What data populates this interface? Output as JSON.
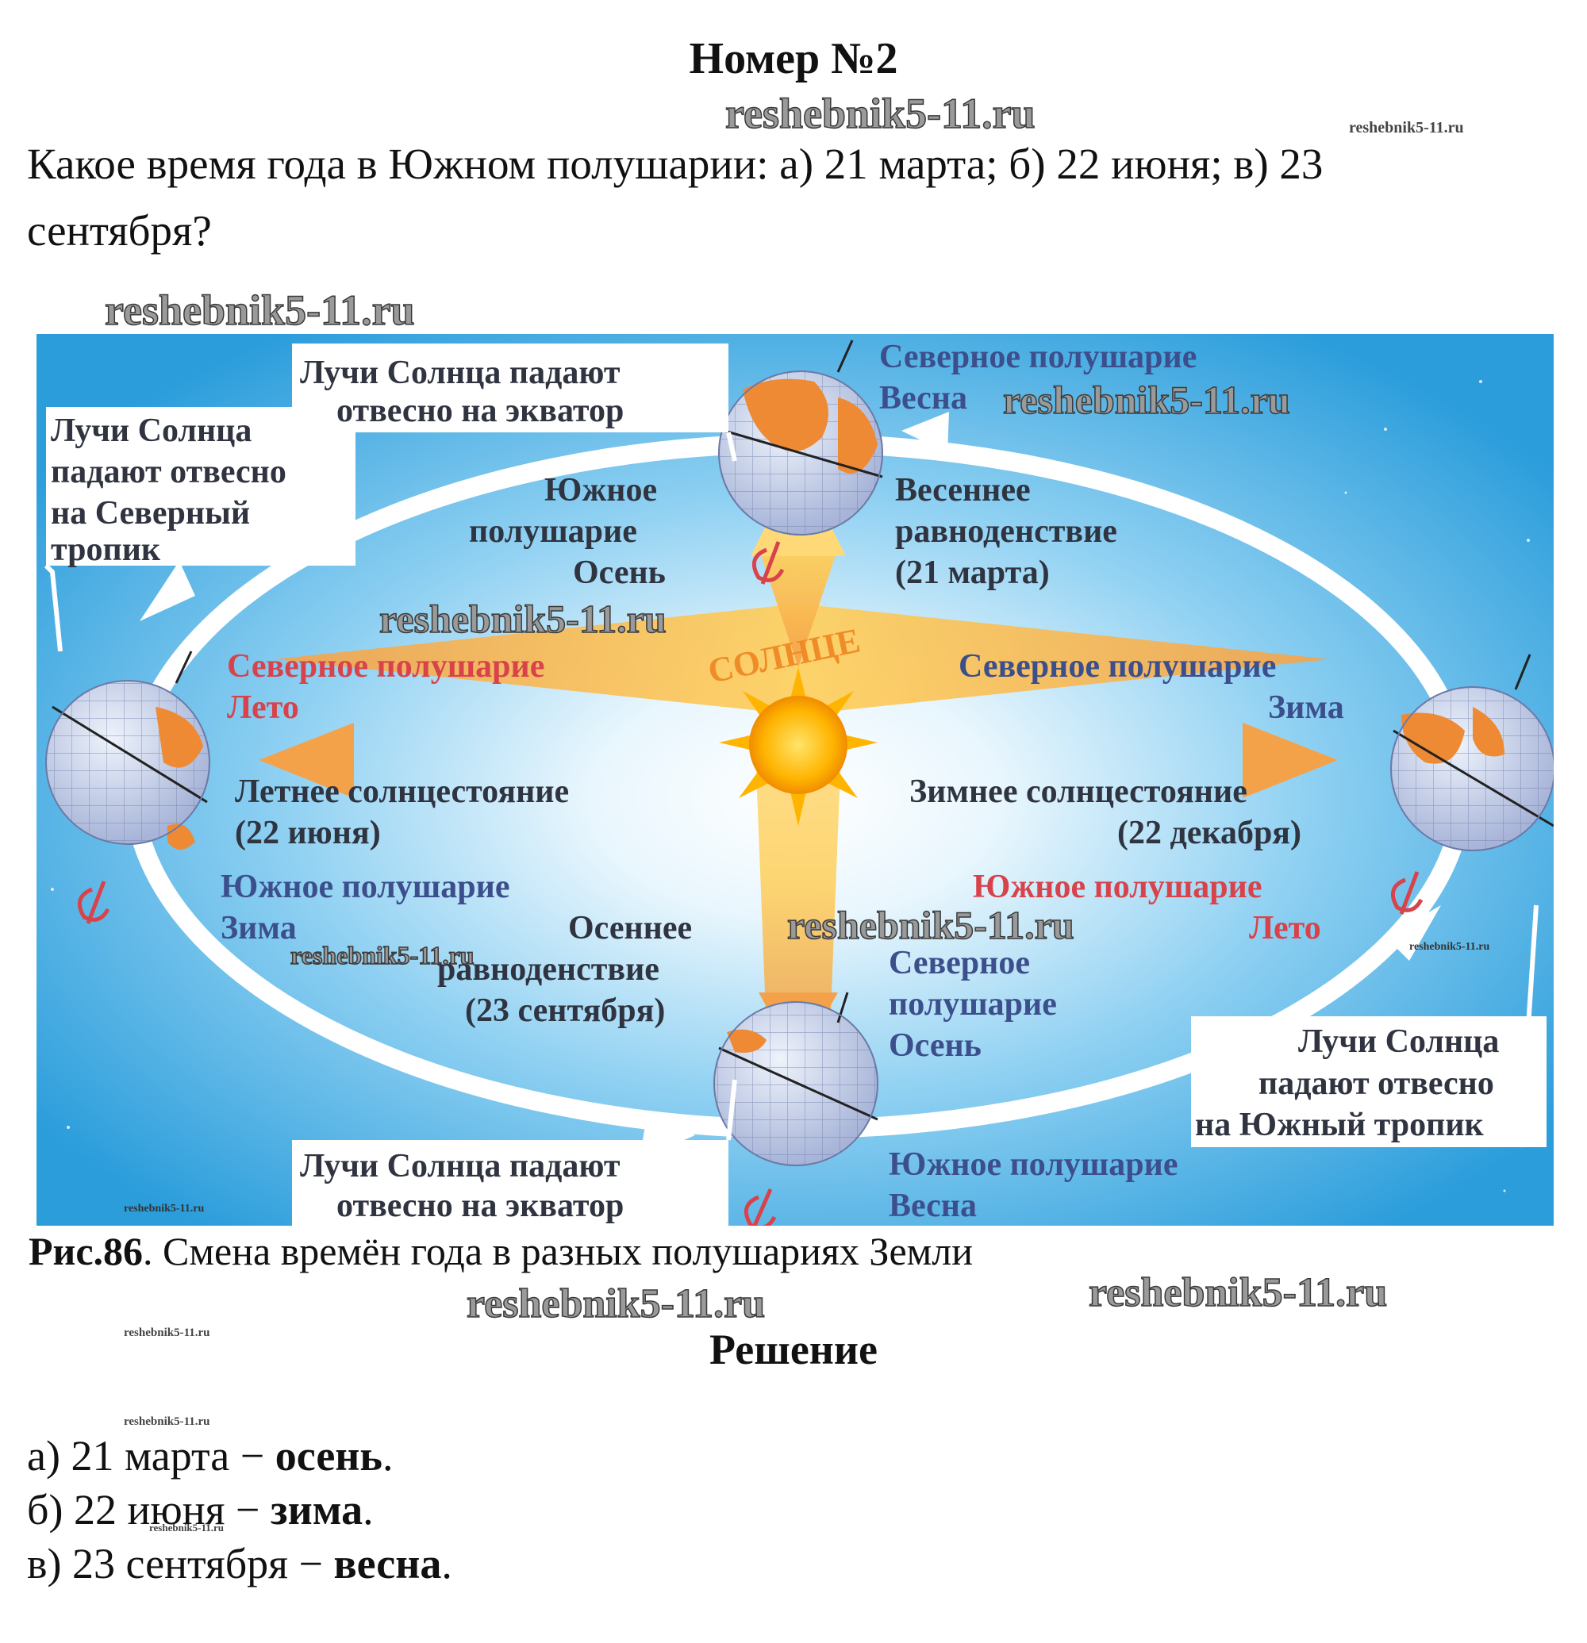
{
  "title": "Номер №2",
  "question": {
    "line1": "Какое время года в Южном полушарии: а) 21 марта; б) 22 июня; в) 23",
    "line2": "сентября?"
  },
  "watermark": "reshebnik5-11.ru",
  "figure": {
    "top_box": [
      "Лучи Солнца падают",
      "отвесно на экватор"
    ],
    "left_box": [
      "Лучи Солнца",
      "падают отвесно",
      "на Северный",
      "тропик"
    ],
    "right_box": [
      "Лучи Солнца",
      "падают отвесно",
      "на Южный тропик"
    ],
    "bottom_box": [
      "Лучи Солнца падают",
      "отвесно на экватор"
    ],
    "top_north": [
      "Северное полушарие",
      "Весна"
    ],
    "top_south": [
      "Южное",
      "полушарие",
      "Осень"
    ],
    "spring_equinox": [
      "Весеннее",
      "равноденствие",
      "(21 марта)"
    ],
    "sun_label": "СОЛНЦЕ",
    "left_north": [
      "Северное полушарие",
      "Лето"
    ],
    "summer_solstice": [
      "Летнее солнцестояние",
      "(22 июня)"
    ],
    "left_south": [
      "Южное полушарие",
      "Зима"
    ],
    "right_north": [
      "Северное полушарие",
      "Зима"
    ],
    "winter_solstice": [
      "Зимнее солнцестояние",
      "(22 декабря)"
    ],
    "right_south": [
      "Южное полушарие",
      "Лето"
    ],
    "autumn_equinox": [
      "Осеннее",
      "равноденствие",
      "(23 сентября)"
    ],
    "bottom_north": [
      "Северное",
      "полушарие",
      "Осень"
    ],
    "bottom_south": [
      "Южное полушарие",
      "Весна"
    ],
    "colors": {
      "sky": "#3aa7e3",
      "orbit": "#ffffff",
      "sun": "#ffcc00",
      "rays": "#f6b24a",
      "blue_text": "#3c4f8c",
      "red_text": "#d8434b",
      "dark_text": "#2f3440"
    }
  },
  "caption": {
    "label": "Рис.86",
    "text": ". Смена времён года в разных полушариях Земли"
  },
  "solution_title": "Решение",
  "answers": [
    {
      "prefix": "а) 21 марта − ",
      "value": "осень",
      "suffix": "."
    },
    {
      "prefix": "б) 22 июня − ",
      "value": "зима",
      "suffix": "."
    },
    {
      "prefix": "в) 23 сентября − ",
      "value": "весна",
      "suffix": "."
    }
  ]
}
